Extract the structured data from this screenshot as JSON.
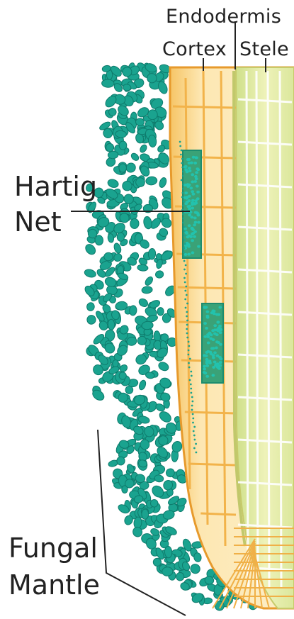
{
  "labels": {
    "endodermis": "Endodermis",
    "cortex": "Cortex",
    "stele": "Stele",
    "hartig_net_line1": "Hartig",
    "hartig_net_line2": "Net",
    "fungal_mantle_line1": "Fungal",
    "fungal_mantle_line2": "Mantle"
  },
  "colors": {
    "fungal_cell": "#1aa38f",
    "fungal_cell_edge": "#0e7b6c",
    "fungal_highlight": "#23c2ad",
    "cortex_fill": "#fbe9b8",
    "cortex_line": "#f0b449",
    "root_edge": "#e79a2c",
    "stele_fill": "#e3eba0",
    "stele_line": "#a9c259",
    "endodermis_line": "#c1c86b",
    "leader_line": "#222222"
  }
}
